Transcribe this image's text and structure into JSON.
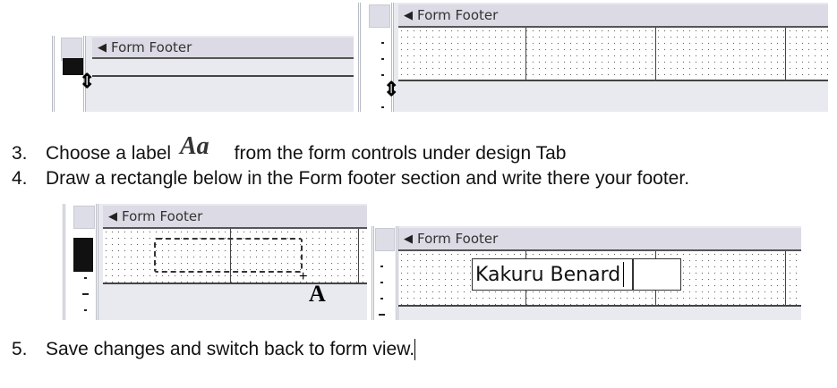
{
  "screenshots": [
    {
      "section_header": "Form Footer"
    },
    {
      "section_header": "Form Footer"
    },
    {
      "section_header": "Form Footer"
    },
    {
      "section_header": "Form Footer",
      "label_text": "Kakuru Benard"
    }
  ],
  "steps": [
    {
      "number": "3.",
      "text_before": "Choose a label",
      "icon_text": "Aa",
      "text_after": "from the form controls under design Tab"
    },
    {
      "number": "4.",
      "text": "Draw a rectangle below in the Form footer section and write there your footer."
    },
    {
      "number": "5.",
      "text": "Save changes and switch back to form view."
    }
  ],
  "cursor_glyph": "A"
}
